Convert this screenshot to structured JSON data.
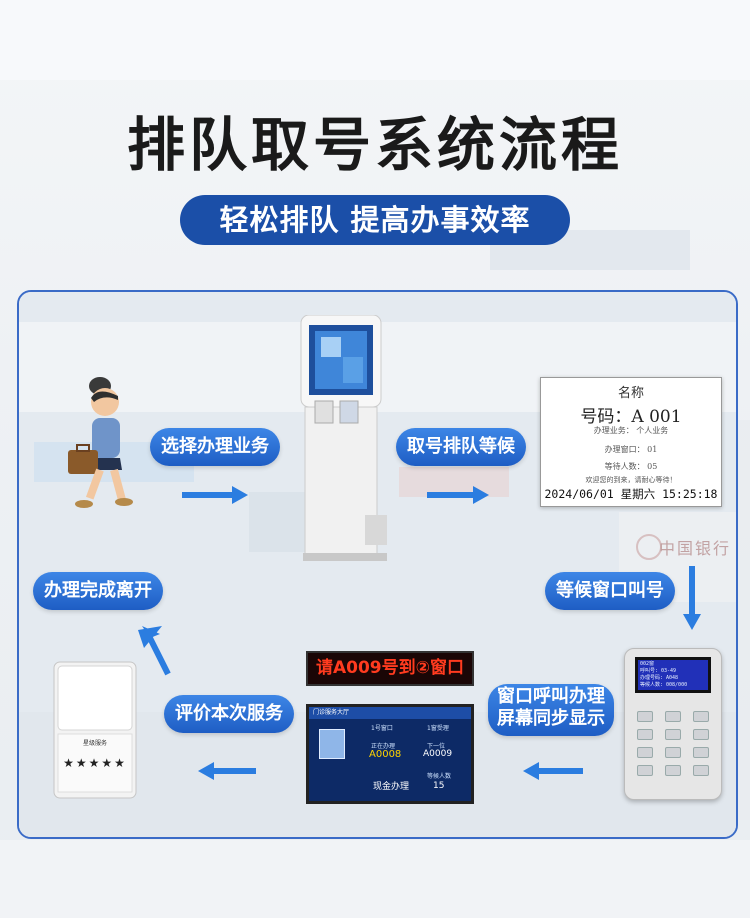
{
  "title": "排队取号系统流程",
  "subtitle": "轻松排队 提高办事效率",
  "steps": {
    "select_business": "选择办理业务",
    "take_number": "取号排队等候",
    "wait_call": "等候窗口叫号",
    "window_call_l1": "窗口呼叫办理",
    "window_call_l2": "屏幕同步显示",
    "evaluate": "评价本次服务",
    "finish": "办理完成离开"
  },
  "ticket": {
    "name": "名称",
    "number": "号码：A 001",
    "business": "办理业务： 个人业务",
    "window": "办理窗口： 01",
    "waiting": "等待人数： 05",
    "notice": "欢迎您的到来，请耐心等待！",
    "datetime": "2024/06/01 星期六 15:25:18"
  },
  "led_text": "请A009号到②窗口",
  "counter_screen": {
    "header": "门诊服务大厅",
    "window_label": "1号窗口",
    "status_label": "1窗受理",
    "current_label": "正在办理",
    "current_number": "A0008",
    "next_label": "下一位",
    "next_number": "A0009",
    "business": "现金办理",
    "waiting_label": "等候人数",
    "waiting_count": "15"
  },
  "caller_lcd": {
    "line1": "002窗",
    "line2": "呼叫号: 03-49",
    "line3": "办理号码: A048",
    "line4": "等候人数: 008/000"
  },
  "rating_device": {
    "title": "星级服务",
    "stars": "★★★★★"
  },
  "bank_sign": "中国银行",
  "colors": {
    "pill_blue": "#1e5dc4",
    "arrow_blue": "#2b7de0",
    "subtitle_bg": "#1b4fa8"
  }
}
